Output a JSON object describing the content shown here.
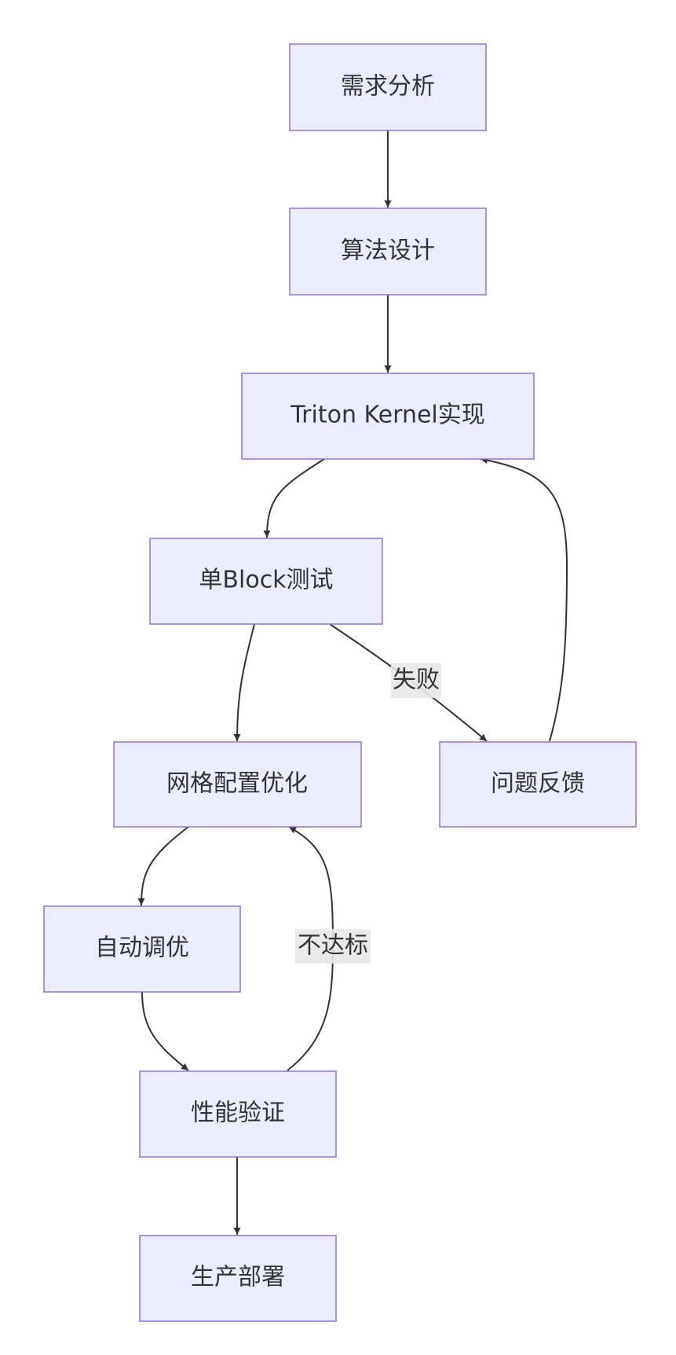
{
  "nodes": {
    "requirements": "需求分析",
    "algorithm": "算法设计",
    "triton": "Triton Kernel实现",
    "block_test": "单Block测试",
    "grid_opt": "网格配置优化",
    "feedback": "问题反馈",
    "autotune": "自动调优",
    "perf_verify": "性能验证",
    "deploy": "生产部署"
  },
  "edge_labels": {
    "fail": "失败",
    "not_met": "不达标"
  },
  "colors": {
    "node_fill": "#ececff",
    "node_stroke": "#9370db",
    "edge": "#333333",
    "text": "#333333",
    "label_bg": "#e8e8e8"
  }
}
